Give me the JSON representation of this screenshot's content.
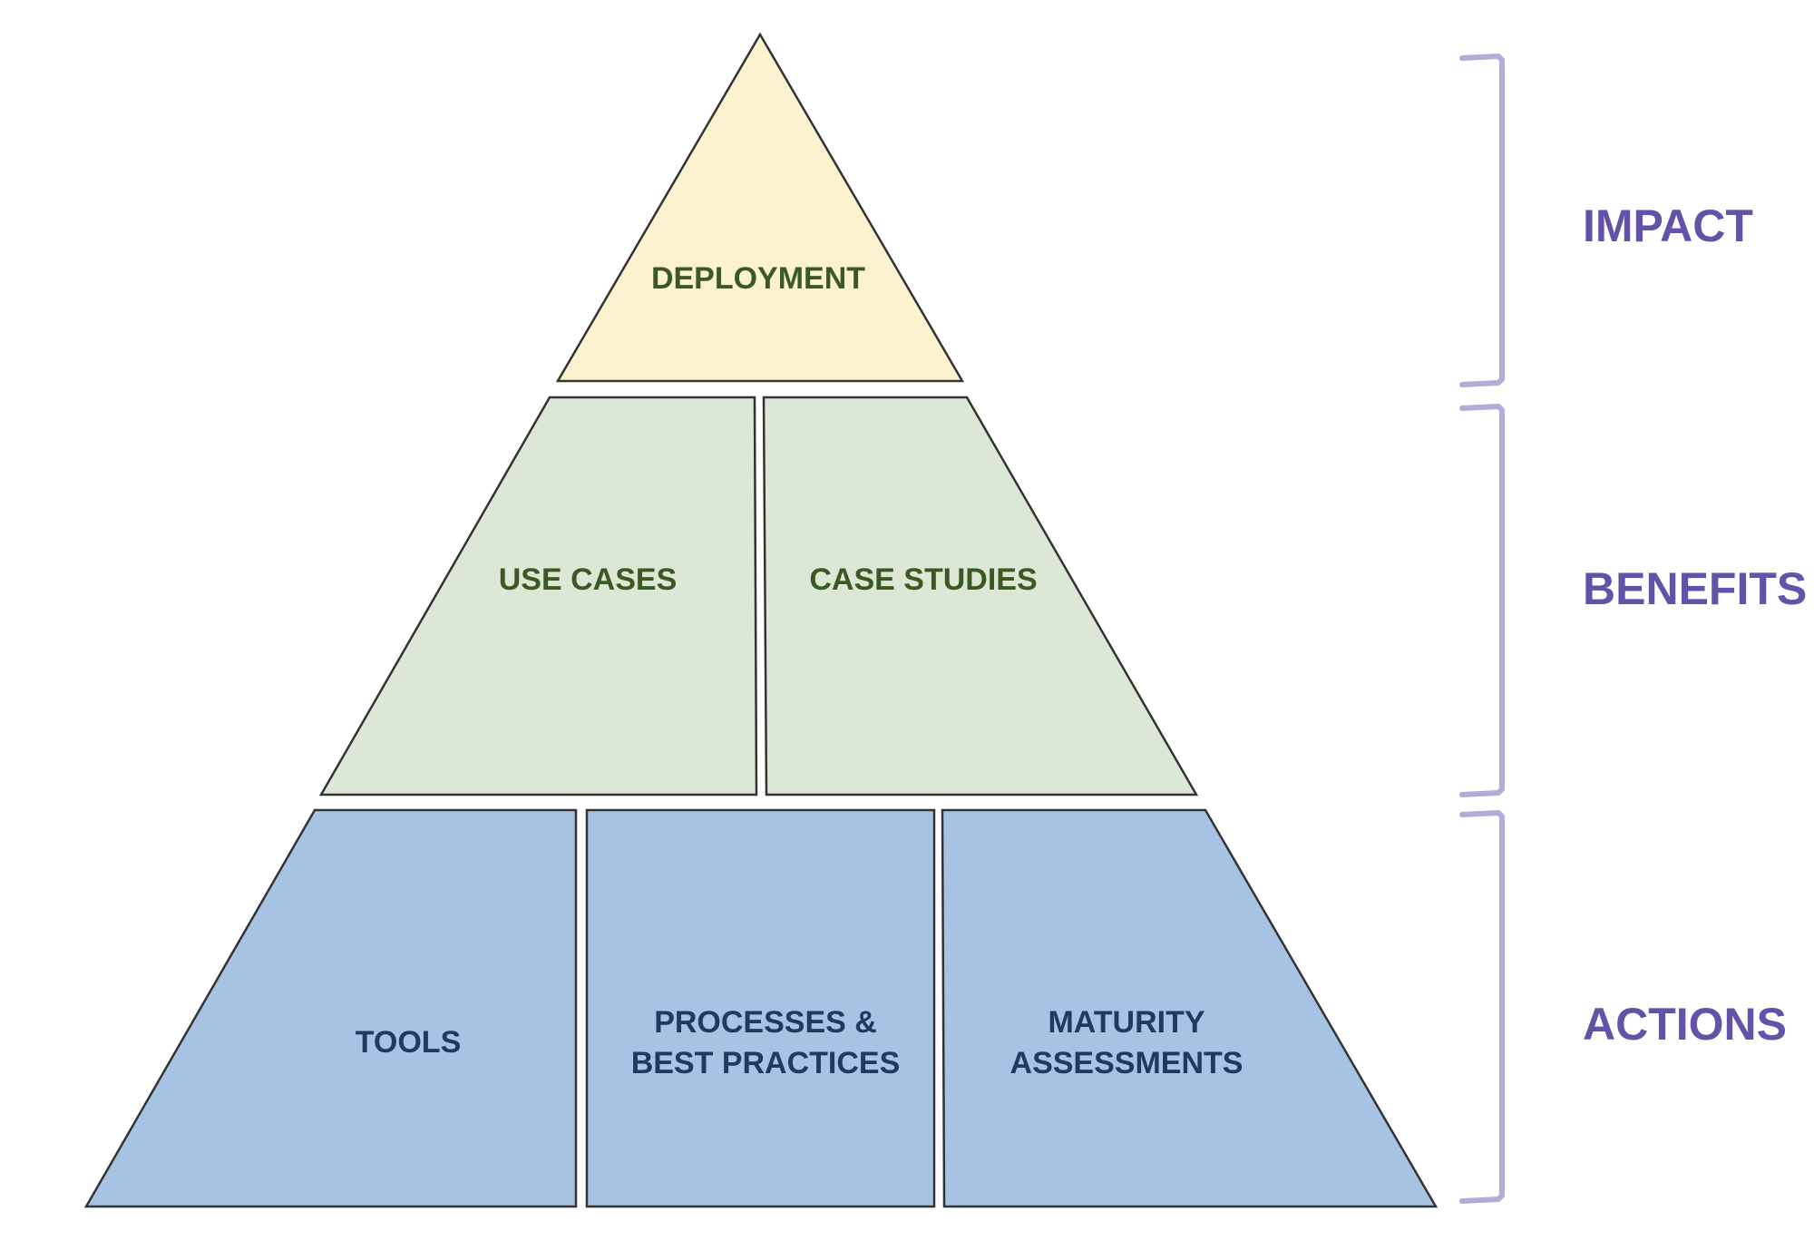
{
  "colors": {
    "top_fill": "#fdf2d0",
    "middle_fill": "#dce8d5",
    "bottom_fill": "#a7c3e4",
    "top_text": "#3b5a23",
    "middle_text": "#3b5a23",
    "bottom_text": "#1f3a5f",
    "side_text": "#6452a8",
    "bracket": "#b3acd9",
    "outline": "#333333"
  },
  "pyramid": {
    "top": {
      "label": "DEPLOYMENT"
    },
    "middle": {
      "left_label": "USE CASES",
      "right_label": "CASE STUDIES"
    },
    "bottom": {
      "left_label": "TOOLS",
      "center_label_line1": "PROCESSES &",
      "center_label_line2": "BEST PRACTICES",
      "right_label_line1": "MATURITY",
      "right_label_line2": "ASSESSMENTS"
    }
  },
  "side": {
    "impact": "IMPACT",
    "benefits": "BENEFITS",
    "actions": "ACTIONS"
  }
}
